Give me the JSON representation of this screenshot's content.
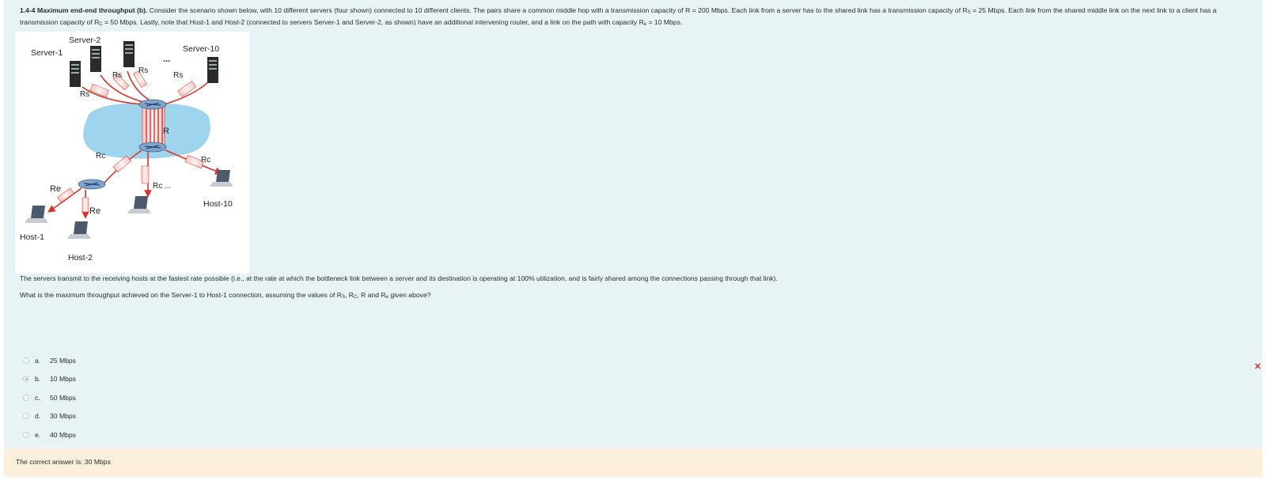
{
  "question": {
    "title": "1.4-4 Maximum end-end throughput (b).",
    "text_part1": "Consider the scenario shown below, with 10 different servers (four shown) connected to 10 different clients. The pairs share a common middle hop with a transmission capacity of R = 200 Mbps. Each link from a server has to the shared link has a transmission capacity of R",
    "rs_sub": "S",
    "text_part2": " = 25 Mbps. Each link from the shared middle link on the next link to a client has a transmission capacity of R",
    "rc_sub": "C",
    "text_part3": " = 50 Mbps.  Lastly, note that Host-1 and Host-2 (connected to servers Server-1 and Server-2, as shown)  have an additional intervening router, and a  link on the path with capacity R",
    "re_sub": "e",
    "text_part4": " = 10 Mbps."
  },
  "figure": {
    "labels": {
      "server1": "Server-1",
      "server2": "Server-2",
      "server10": "Server-10",
      "dots": "...",
      "rs1": "Rs",
      "rs2": "Rs",
      "rs3": "Rs",
      "rs4": "Rs",
      "r": "R",
      "rc1": "Rc",
      "rc2": "Rc",
      "rc3": "Rc ...",
      "re1": "Re",
      "re2": "Re",
      "host1": "Host-1",
      "host2": "Host-2",
      "host10": "Host-10"
    }
  },
  "paragraph1": "The servers  transmit to the receiving hosts at the fastest rate possible (i.e., at the rate at which the bottleneck link between a server and its destination is operating at 100% utilization, and is fairly shared among the connections passing through that link).",
  "paragraph2": {
    "part1": "What is the maximum throughput achieved on the Server-1 to Host-1 connection, assuming the values of R",
    "s": "S",
    "sep1": ", R",
    "c": "C",
    "sep2": ", R and R",
    "e": "e",
    "part2": " given above?"
  },
  "options": [
    {
      "letter": "a.",
      "text": "25 Mbps",
      "selected": false
    },
    {
      "letter": "b.",
      "text": "10 Mbps",
      "selected": true
    },
    {
      "letter": "c.",
      "text": "50 Mbps",
      "selected": false
    },
    {
      "letter": "d.",
      "text": "30 Mbps",
      "selected": false
    },
    {
      "letter": "e.",
      "text": "40 Mbps",
      "selected": false
    }
  ],
  "wrong_mark": "✕",
  "feedback": "The correct answer is: 30 Mbps",
  "colors": {
    "panel_bg": "#e7f3f5",
    "feedback_bg": "#fcefdc",
    "link_red": "#d9322a",
    "cloud_blue": "#9ed4ee"
  }
}
